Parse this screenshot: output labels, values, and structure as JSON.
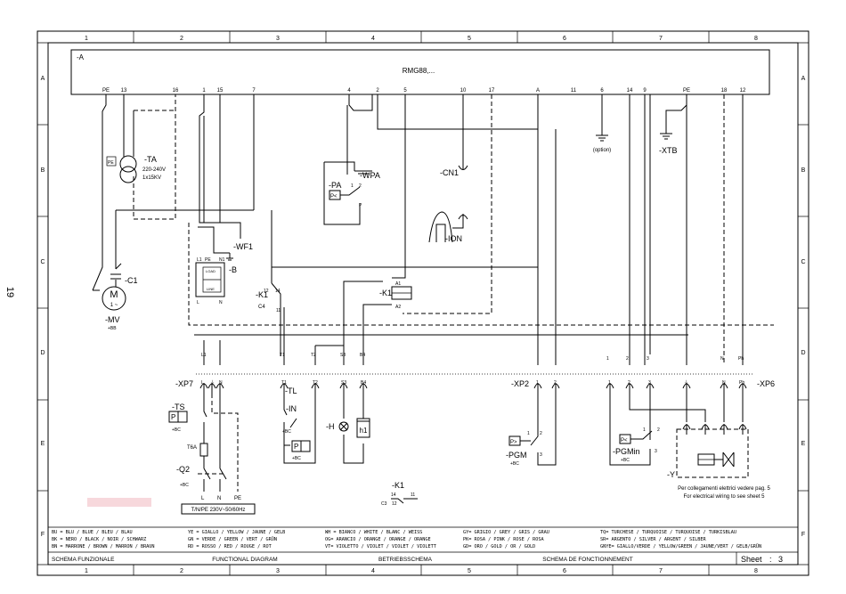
{
  "page_number": "19",
  "columns": [
    "1",
    "2",
    "3",
    "4",
    "5",
    "6",
    "7",
    "8"
  ],
  "rows": [
    "A",
    "B",
    "C",
    "D",
    "E",
    "F"
  ],
  "controller": {
    "tag": "-A",
    "model": "RMG88,...",
    "terminals": [
      "PE",
      "13",
      "16",
      "1",
      "15",
      "7",
      "4",
      "2",
      "5",
      "10",
      "17",
      "A",
      "11",
      "6",
      "14",
      "9",
      "PE",
      "18",
      "12"
    ]
  },
  "components": {
    "ta": {
      "tag": "-TA",
      "voltage": "220-240V",
      "rating": "1x15KV",
      "pe": "PE"
    },
    "wpa": {
      "tag": "-WPA"
    },
    "pa": {
      "tag": "-PA",
      "sym": "P<",
      "n1": "1",
      "n2": "2",
      "p": "P"
    },
    "cn1": {
      "tag": "-CN1"
    },
    "ion": {
      "tag": "-ION"
    },
    "option": "(option)",
    "xtb": {
      "tag": "-XTB"
    },
    "wf1": {
      "tag": "-WF1"
    },
    "b": {
      "tag": "-B",
      "l1": "L1",
      "pe": "PE",
      "n1": "N1",
      "load": "LOAD",
      "line": "LINE",
      "l": "L",
      "n": "N"
    },
    "c1": {
      "tag": "-C1"
    },
    "mv": {
      "tag": "-MV",
      "sym": "M",
      "phase": "1 ~",
      "sub": "+BB"
    },
    "k1_contact": {
      "tag": "-K1",
      "n12": "12",
      "n14": "14",
      "n11": "11",
      "c4": "C4"
    },
    "k1_coil": {
      "tag": "-K1",
      "a1": "A1",
      "a2": "A2"
    },
    "xp7": {
      "tag": "-XP7",
      "top": [
        "L1",
        "T1",
        "T2",
        "S3",
        "B4"
      ],
      "pins": [
        "L",
        "⏚",
        "N",
        "T1",
        "T2",
        "S3",
        "B4"
      ]
    },
    "ts": {
      "tag": "-TS",
      "sym": "P",
      "sub": "+BC"
    },
    "fuse": "T6A",
    "q2": {
      "tag": "-Q2",
      "sub": "+BC",
      "l": "L",
      "n": "N",
      "pe": "PE"
    },
    "supply": "T/N/PE 230V~50/60Hz",
    "in_sw": {
      "tag": "-IN",
      "sub": "+BC"
    },
    "tl": {
      "tag": "-TL",
      "sym": "P",
      "sub": "+BC"
    },
    "h": {
      "tag": "-H"
    },
    "h1": {
      "tag": "h1"
    },
    "k1_ref": {
      "tag": "-K1",
      "n14": "14",
      "n11": "11",
      "c3": "C3",
      "n12": "12"
    },
    "xp2": {
      "tag": "-XP2",
      "pins": [
        "1",
        "2"
      ]
    },
    "pgm": {
      "tag": "-PGM",
      "sym": "P>",
      "sub": "+BC",
      "n1": "1",
      "n2": "2",
      "n3": "3"
    },
    "xp6": {
      "tag": "-XP6",
      "top": [
        "1",
        "2",
        "3",
        "N",
        "Ph"
      ],
      "pins": [
        "1",
        "2",
        "3",
        "⏚",
        "N",
        "Ph"
      ]
    },
    "pgmin": {
      "tag": "-PGMin",
      "sym": "P<",
      "sub": "+BC",
      "n1": "1",
      "n2": "2",
      "n3": "3"
    },
    "y": {
      "tag": "-Y"
    },
    "note_it": "Per collegamenti elettrici vedere pag. 5",
    "note_en": "For electrical wiring to see sheet 5"
  },
  "legend": [
    [
      "BU = BLU / BLUE / BLEU / BLAU",
      "BK = NERO / BLACK / NOIR / SCHWARZ",
      "BN = MARRONE / BROWN / MARRON / BRAUN"
    ],
    [
      "YE = GIALLO / YELLOW / JAUNE / GELB",
      "GN = VERDE / GREEN / VERT / GRÜN",
      "RD = ROSSO / RED / ROUGE / ROT"
    ],
    [
      "WH = BIANCO / WHITE / BLANC / WEISS",
      "OG= ARANCIO / ORANGE / ORANGE / ORANGE",
      "VT= VIOLETTO / VIOLET / VIOLET / VIOLETT"
    ],
    [
      "GY= GRIGIO / GREY / GRIS / GRAU",
      "PK= ROSA / PINK / ROSE / ROSA",
      "GD= ORO / GOLD / OR / GOLD"
    ],
    [
      "TQ= TURCHESE / TURQUOISE / TURQUOISE / TURKISBLAU",
      "SR= ARGENTO / SILVER / ARGENT / SILBER",
      "GNYE= GIALLO/VERDE / YELLOW/GREEN / JAUNE/VERT / GELB/GRÜN"
    ]
  ],
  "title_block": {
    "it": "SCHEMA FUNZIONALE",
    "en": "FUNCTIONAL DIAGRAM",
    "de": "BETRIEBSSCHEMA",
    "fr": "SCHEMA DE FONCTIONNEMENT",
    "sheet_label": "Sheet",
    "sheet_sep": ":",
    "sheet_no": "3"
  }
}
